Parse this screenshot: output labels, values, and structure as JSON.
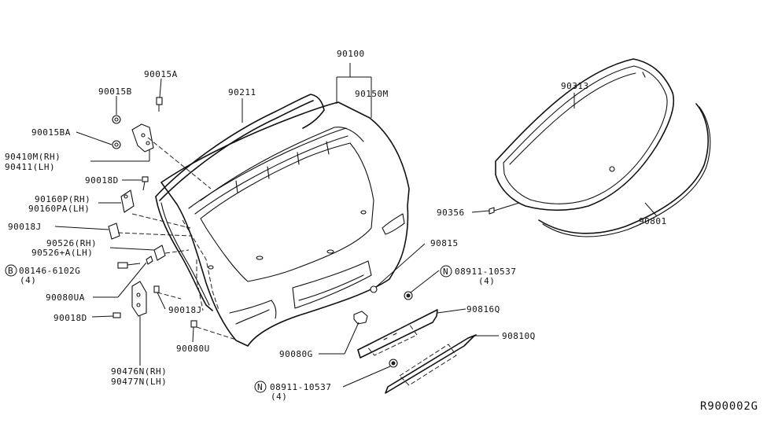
{
  "diagram": {
    "reference": "R900002G",
    "labels": {
      "p90100": "90100",
      "p90211": "90211",
      "p90150M": "90150M",
      "p90313": "90313",
      "p90015A": "90015A",
      "p90015B": "90015B",
      "p90015BA": "90015BA",
      "p90410M": "90410M(RH)",
      "p90411": "90411(LH)",
      "p90018D_top": "90018D",
      "p90160P": "90160P(RH)",
      "p90160PA": "90160PA(LH)",
      "p90018J_left": "90018J",
      "p90526": "90526(RH)",
      "p90526A": "90526+A(LH)",
      "p08146": "08146-6102G",
      "p08146_qty": "(4)",
      "p08146_prefix": "B",
      "p90080UA": "90080UA",
      "p90018D_bottom": "90018D",
      "p90018J_bottom": "90018J",
      "p90080U": "90080U",
      "p90476N": "90476N(RH)",
      "p90477N": "90477N(LH)",
      "p90356": "90356",
      "p90801": "90801",
      "p90815": "90815",
      "p08911_right": "08911-10537",
      "p08911_right_qty": "(4)",
      "p08911_right_prefix": "N",
      "p90816Q": "90816Q",
      "p90810Q": "90810Q",
      "p90080G": "90080G",
      "p08911_bottom": "08911-10537",
      "p08911_bottom_qty": "(4)",
      "p08911_bottom_prefix": "N"
    }
  }
}
